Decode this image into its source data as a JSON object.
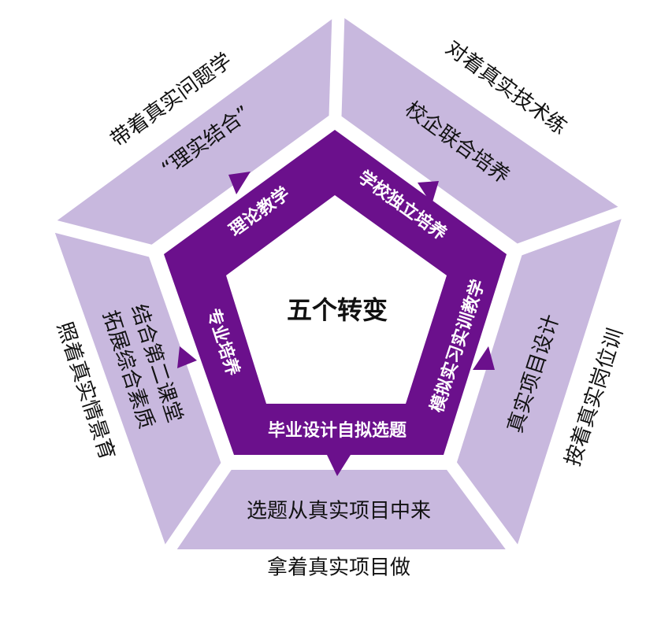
{
  "colors": {
    "light": "#c8b8de",
    "dark": "#6b108c",
    "gap": "#ffffff"
  },
  "center": "五个转变",
  "inner": {
    "top_left": "理论教学",
    "top_right": "学校独立培养",
    "right": "模拟实习实训教学",
    "bottom": "毕业设计自拟选题",
    "left": "专业培养"
  },
  "outer": {
    "top_left": {
      "line1": "“理实结合”",
      "caption": "带着真实问题学"
    },
    "top_right": {
      "line1": "校企联合培养",
      "caption": "对着真实技术练"
    },
    "right": {
      "line1": "真实项目设计",
      "caption": "按着真实岗位训"
    },
    "bottom": {
      "line1": "选题从真实项目中来",
      "caption": "拿着真实项目做"
    },
    "left": {
      "line1": "结合第二课堂",
      "line2": "拓展综合素质",
      "caption": "照着真实情景育"
    }
  }
}
